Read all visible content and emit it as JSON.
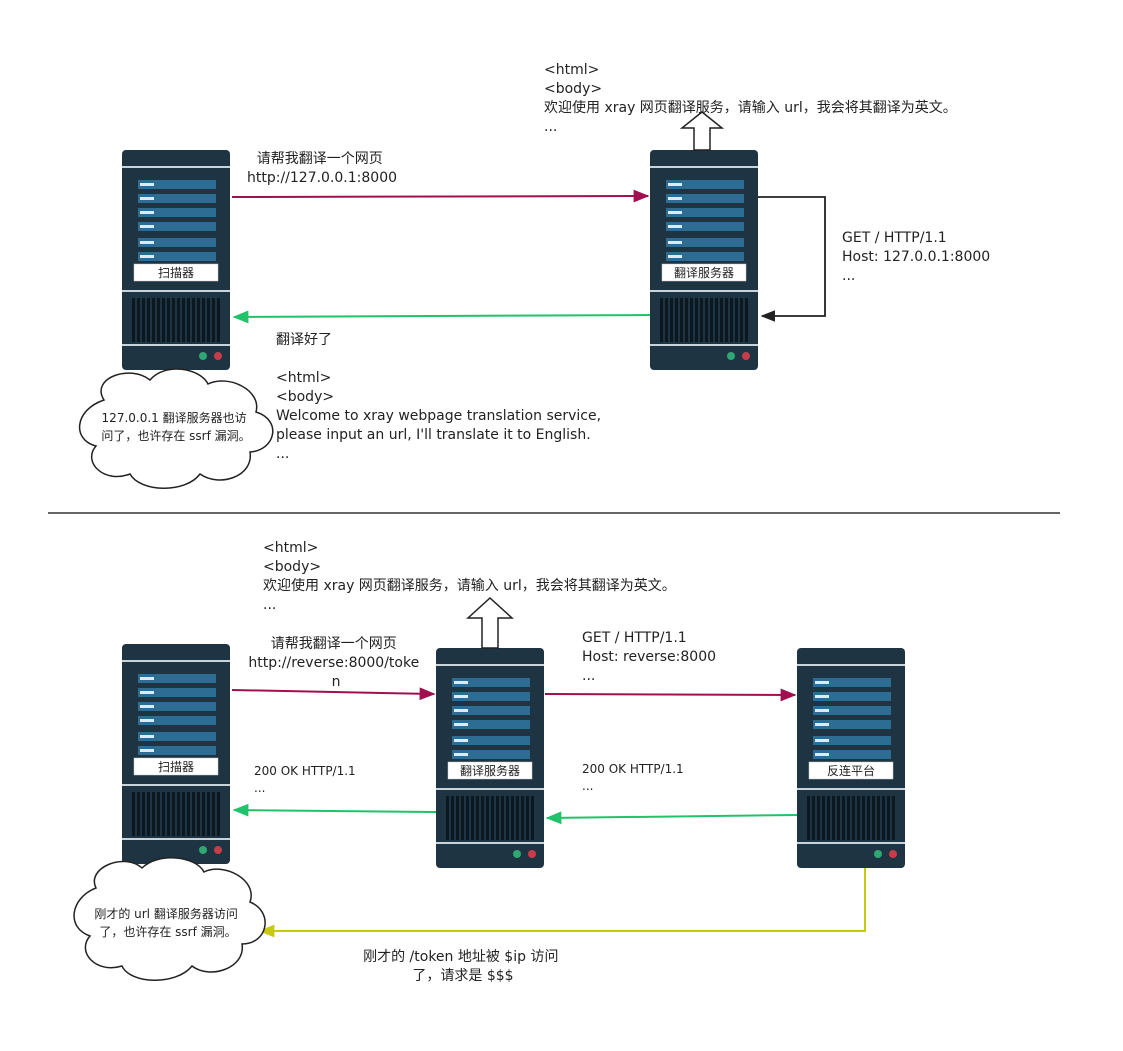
{
  "top": {
    "scanner_label": "扫描器",
    "translator_label": "翻译服务器",
    "request_lines": [
      "请帮我翻译一个网页",
      "http://127.0.0.1:8000"
    ],
    "reply_label": "翻译好了",
    "reply_lines": [
      "<html>",
      "<body>",
      "Welcome to xray webpage translation service,",
      "please input an url, I'll translate it to English.",
      "..."
    ],
    "page_lines": [
      "<html>",
      "<body>",
      "欢迎使用 xray 网页翻译服务，请输入 url，我会将其翻译为英文。",
      "..."
    ],
    "self_request_lines": [
      "GET / HTTP/1.1",
      "Host: 127.0.0.1:8000",
      "..."
    ],
    "cloud_lines": [
      "127.0.0.1 翻译服务器也访",
      "问了，也许存在 ssrf 漏洞。"
    ]
  },
  "bottom": {
    "scanner_label": "扫描器",
    "translator_label": "翻译服务器",
    "reverse_label": "反连平台",
    "request_lines": [
      "请帮我翻译一个网页",
      "http://reverse:8000/toke",
      "n"
    ],
    "page_lines": [
      "<html>",
      "<body>",
      "欢迎使用 xray 网页翻译服务，请输入 url，我会将其翻译为英文。",
      "..."
    ],
    "forward_lines": [
      "GET / HTTP/1.1",
      "Host: reverse:8000",
      "..."
    ],
    "reply_left_lines": [
      "200 OK HTTP/1.1",
      "..."
    ],
    "reply_right_lines": [
      "200 OK HTTP/1.1",
      "..."
    ],
    "cloud_lines": [
      "刚才的 url 翻译服务器访问",
      "了，也许存在 ssrf 漏洞。"
    ],
    "notify_lines": [
      "刚才的 /token 地址被 $ip 访问",
      "了，请求是 $$$"
    ]
  },
  "colors": {
    "server_body": "#1f3443",
    "server_stripe": "#2d6c93",
    "request_arrow": "#a0104f",
    "reply_arrow": "#21c36a",
    "self_arrow": "#222222",
    "notify_arrow": "#c9c811",
    "led_green": "#2fa772",
    "led_red": "#c63d4a"
  }
}
